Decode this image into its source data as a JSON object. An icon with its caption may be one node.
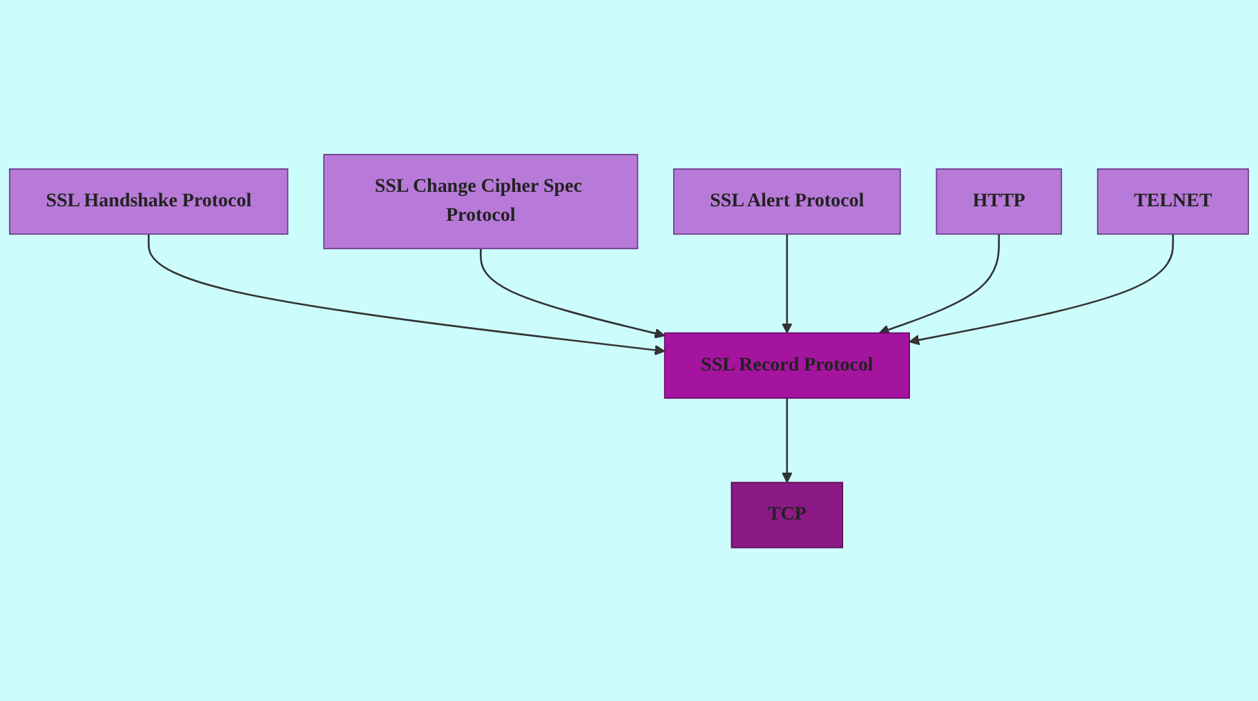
{
  "diagram": {
    "nodes": [
      {
        "text": [
          "SSL Handshake Protocol"
        ]
      },
      {
        "text": [
          "SSL Change Cipher Spec Protocol"
        ]
      },
      {
        "text": [
          "SSL Alert Protocol"
        ]
      },
      {
        "text": [
          "HTTP"
        ]
      },
      {
        "text": [
          "TELNET"
        ]
      },
      {
        "text": [
          "SSL Record Protocol"
        ]
      },
      {
        "text": [
          "TCP"
        ]
      }
    ],
    "edges": [
      {
        "from": 0,
        "to": 5,
        "arrow": "to"
      },
      {
        "from": 1,
        "to": 5,
        "arrow": "to"
      },
      {
        "from": 2,
        "to": 5,
        "arrow": "to"
      },
      {
        "from": 3,
        "to": 5,
        "arrow": "to"
      },
      {
        "from": 4,
        "to": 5,
        "arrow": "to"
      },
      {
        "from": 5,
        "to": 6,
        "arrow": "to"
      }
    ]
  }
}
